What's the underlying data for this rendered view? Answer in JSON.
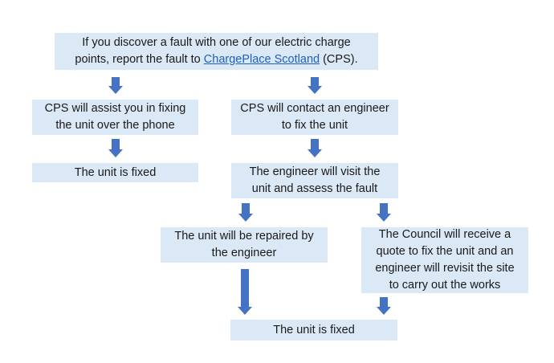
{
  "boxes": {
    "start": {
      "line1": "If you discover a fault with one of our electric charge",
      "line2_before": "points, report the fault to ",
      "link_text": "ChargePlace Scotland",
      "line2_after": " (CPS)."
    },
    "phone_assist": {
      "line1": "CPS will assist you in fixing",
      "line2": "the unit over the phone"
    },
    "contact_engineer": {
      "line1": "CPS will contact an engineer",
      "line2": "to fix the unit"
    },
    "fixed_left": {
      "line1": "The unit is fixed"
    },
    "visit": {
      "line1": "The engineer will visit the",
      "line2": "unit and assess the fault"
    },
    "repaired": {
      "line1": "The unit will be repaired by",
      "line2": "the engineer"
    },
    "quote": {
      "line1": "The Council will receive a",
      "line2": "quote to fix the unit and an",
      "line3": "engineer will revisit the site",
      "line4": "to carry out the works"
    },
    "fixed_bottom": {
      "line1": "The unit is fixed"
    }
  },
  "colors": {
    "box_fill": "#dbe8f5",
    "arrow": "#4472c4",
    "link": "#1f5fbf"
  }
}
